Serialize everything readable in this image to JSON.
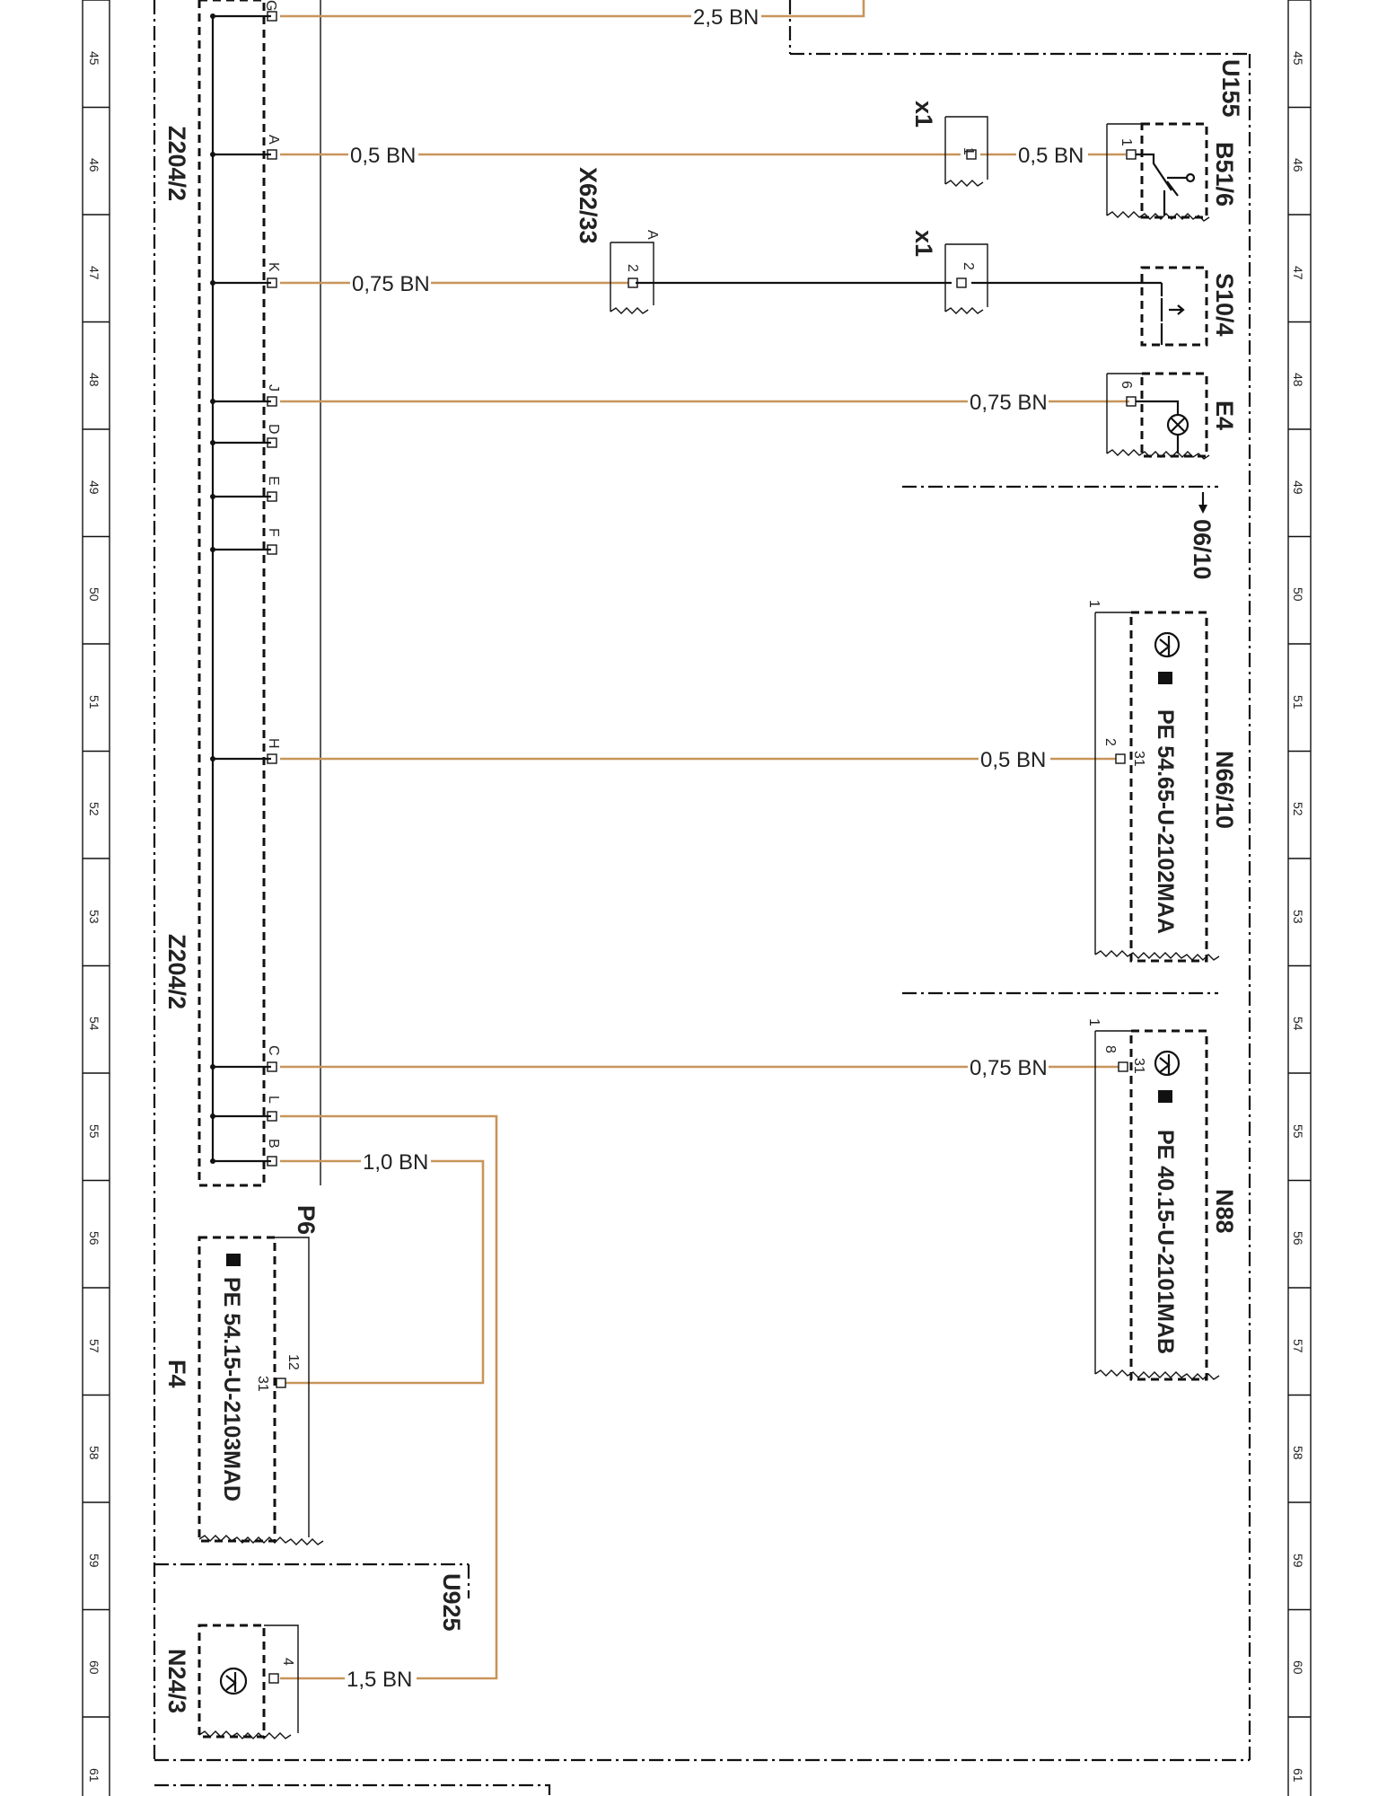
{
  "grid_numbers": [
    "45",
    "46",
    "47",
    "48",
    "49",
    "50",
    "51",
    "52",
    "53",
    "54",
    "55",
    "56",
    "57",
    "58",
    "59",
    "60",
    "61"
  ],
  "components": {
    "z204_2_top": "Z204/2",
    "z204_2_bottom": "Z204/2",
    "u155": "U155",
    "x1_upper": "x1",
    "x1_lower": "x1",
    "x62_33": "X62/33",
    "b51_6": "B51/6",
    "s10_4": "S10/4",
    "e4": "E4",
    "ref_06_10": "06/10",
    "n66_10": "N66/10",
    "n88": "N88",
    "p6": "P6",
    "f4": "F4",
    "u925": "U925",
    "n24_3": "N24/3"
  },
  "pe_refs": {
    "n66_10": "PE 54.65-U-2102MAA",
    "n88": "PE 40.15-U-2101MAB",
    "f4": "PE 54.15-U-2103MAD"
  },
  "pins": {
    "z_top": "G",
    "z_a": "A",
    "z_k": "K",
    "z_j": "J",
    "z_d": "D",
    "z_e": "E",
    "z_f": "F",
    "z_h": "H",
    "z_c": "C",
    "z_l": "L",
    "z_b": "B",
    "x1u": "1",
    "b51": "1",
    "x62": "2",
    "x62_sub": "A",
    "x1l": "2",
    "e4": "6",
    "n66_a": "1",
    "n66_b": "2",
    "n66_c": "31",
    "n88_a": "1",
    "n88_b": "8",
    "n88_c": "31",
    "f4_a": "12",
    "f4_b": "31",
    "n24": "4"
  },
  "wires": {
    "top": "2,5 BN",
    "a_left": "0,5 BN",
    "a_right": "0,5 BN",
    "k": "0,75 BN",
    "j": "0,75 BN",
    "h": "0,5 BN",
    "c": "0,75 BN",
    "b": "1,0 BN",
    "l": "1,5 BN"
  },
  "colors": {
    "wire_bn": "#c8955a",
    "line": "#111111"
  }
}
